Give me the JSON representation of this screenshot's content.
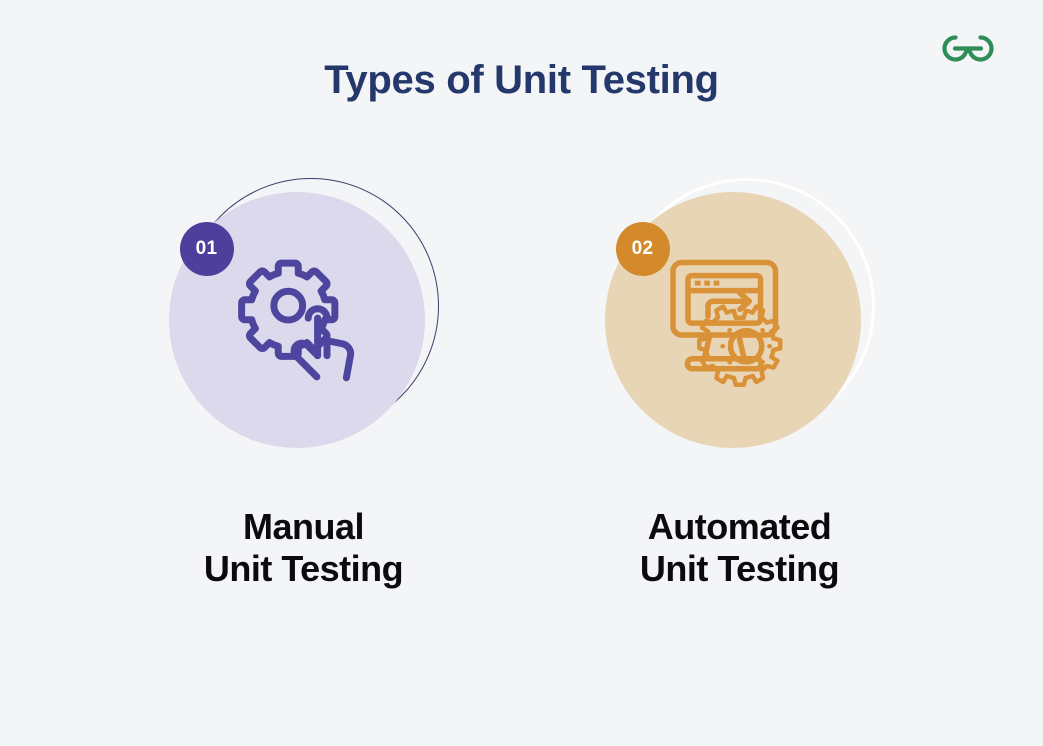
{
  "background_color": "#f4f5f7",
  "header": {
    "title": "Types of Unit Testing",
    "title_color": "#25386b"
  },
  "brand": {
    "name": "geeksforgeeks-logo",
    "icon": "gfg-double-g-icon",
    "color": "#2f8d58"
  },
  "cards": [
    {
      "badge": "01",
      "badge_color": "#4e3f9c",
      "disc_color": "#ddd9ed",
      "ring_color": "#3c3f6e",
      "ring_style": "dark",
      "icon": "gear-hand-pointer-icon",
      "icon_color": "#4e459f",
      "caption_line1": "Manual",
      "caption_line2": "Unit Testing"
    },
    {
      "badge": "02",
      "badge_color": "#d4892b",
      "disc_color": "#e8d5b5",
      "ring_color": "#ffffff",
      "ring_style": "light",
      "icon": "monitor-gear-automation-icon",
      "icon_color": "#d99237",
      "caption_line1": "Automated",
      "caption_line2": "Unit Testing"
    }
  ]
}
